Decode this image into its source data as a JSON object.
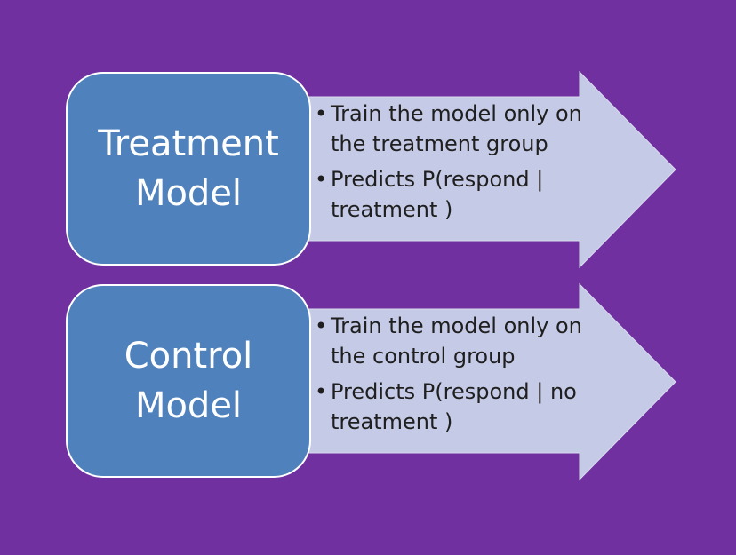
{
  "colors": {
    "background": "#7030a0",
    "box_fill": "#4f81bd",
    "box_border": "#ffffff",
    "arrow_fill": "#c5cae6",
    "arrow_stroke": "#d9dcef",
    "text_dark": "#1f1f1f",
    "text_light": "#ffffff"
  },
  "rows": [
    {
      "title_lines": [
        "Treatment",
        "Model"
      ],
      "bullets": [
        {
          "lines": [
            "Train the model only on",
            "the treatment group"
          ]
        },
        {
          "lines": [
            "Predicts P(respond |",
            "treatment )"
          ]
        }
      ]
    },
    {
      "title_lines": [
        "Control",
        "Model"
      ],
      "bullets": [
        {
          "lines": [
            "Train the model only on",
            "the control group"
          ]
        },
        {
          "lines": [
            "Predicts P(respond | no",
            "treatment )"
          ]
        }
      ]
    }
  ]
}
